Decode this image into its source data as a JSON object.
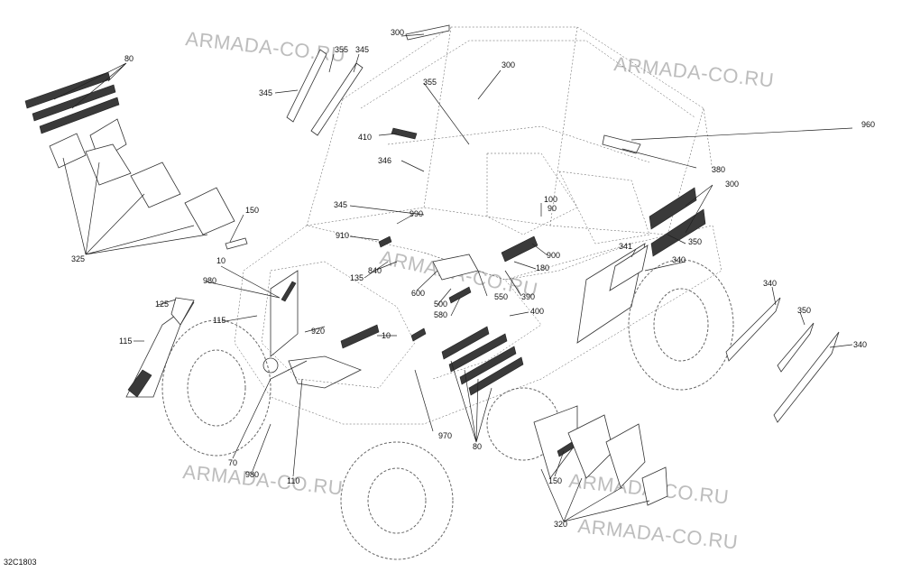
{
  "watermark": "ARMADA-CO.RU",
  "diagram_code": "32C1803",
  "callouts": [
    "80",
    "355",
    "345",
    "300",
    "345",
    "300",
    "960",
    "410",
    "355",
    "346",
    "380",
    "300",
    "150",
    "345",
    "990",
    "100",
    "90",
    "910",
    "350",
    "840",
    "900",
    "10",
    "135",
    "600",
    "180",
    "341",
    "340",
    "980",
    "550",
    "390",
    "125",
    "580",
    "500",
    "400",
    "920",
    "340",
    "115",
    "10",
    "350",
    "115",
    "340",
    "970",
    "80",
    "70",
    "980",
    "110",
    "150",
    "320",
    "325"
  ]
}
